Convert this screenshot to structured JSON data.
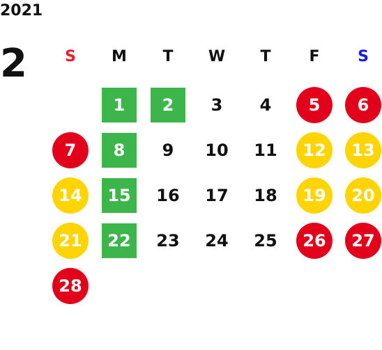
{
  "year": "2021",
  "month": "2",
  "weekdays": [
    {
      "label": "S",
      "kind": "sun"
    },
    {
      "label": "M",
      "kind": "weekday"
    },
    {
      "label": "T",
      "kind": "weekday"
    },
    {
      "label": "W",
      "kind": "weekday"
    },
    {
      "label": "T",
      "kind": "weekday"
    },
    {
      "label": "F",
      "kind": "weekday"
    },
    {
      "label": "S",
      "kind": "sat"
    }
  ],
  "styles": {
    "sun_color": "#ee1c25",
    "sat_color": "#1a1ae6",
    "green": "#3cb54a",
    "red": "#e3001b",
    "yellow": "#ffd400"
  },
  "weeks": [
    [
      {
        "day": "",
        "style": "empty"
      },
      {
        "day": "1",
        "style": "green"
      },
      {
        "day": "2",
        "style": "green"
      },
      {
        "day": "3",
        "style": "plain"
      },
      {
        "day": "4",
        "style": "plain"
      },
      {
        "day": "5",
        "style": "red"
      },
      {
        "day": "6",
        "style": "red"
      }
    ],
    [
      {
        "day": "7",
        "style": "red"
      },
      {
        "day": "8",
        "style": "green"
      },
      {
        "day": "9",
        "style": "plain"
      },
      {
        "day": "10",
        "style": "plain"
      },
      {
        "day": "11",
        "style": "plain"
      },
      {
        "day": "12",
        "style": "yellow"
      },
      {
        "day": "13",
        "style": "yellow"
      }
    ],
    [
      {
        "day": "14",
        "style": "yellow"
      },
      {
        "day": "15",
        "style": "green"
      },
      {
        "day": "16",
        "style": "plain"
      },
      {
        "day": "17",
        "style": "plain"
      },
      {
        "day": "18",
        "style": "plain"
      },
      {
        "day": "19",
        "style": "yellow"
      },
      {
        "day": "20",
        "style": "yellow"
      }
    ],
    [
      {
        "day": "21",
        "style": "yellow"
      },
      {
        "day": "22",
        "style": "green"
      },
      {
        "day": "23",
        "style": "plain"
      },
      {
        "day": "24",
        "style": "plain"
      },
      {
        "day": "25",
        "style": "plain"
      },
      {
        "day": "26",
        "style": "red"
      },
      {
        "day": "27",
        "style": "red"
      }
    ],
    [
      {
        "day": "28",
        "style": "red"
      },
      {
        "day": "",
        "style": "empty"
      },
      {
        "day": "",
        "style": "empty"
      },
      {
        "day": "",
        "style": "empty"
      },
      {
        "day": "",
        "style": "empty"
      },
      {
        "day": "",
        "style": "empty"
      },
      {
        "day": "",
        "style": "empty"
      }
    ]
  ]
}
